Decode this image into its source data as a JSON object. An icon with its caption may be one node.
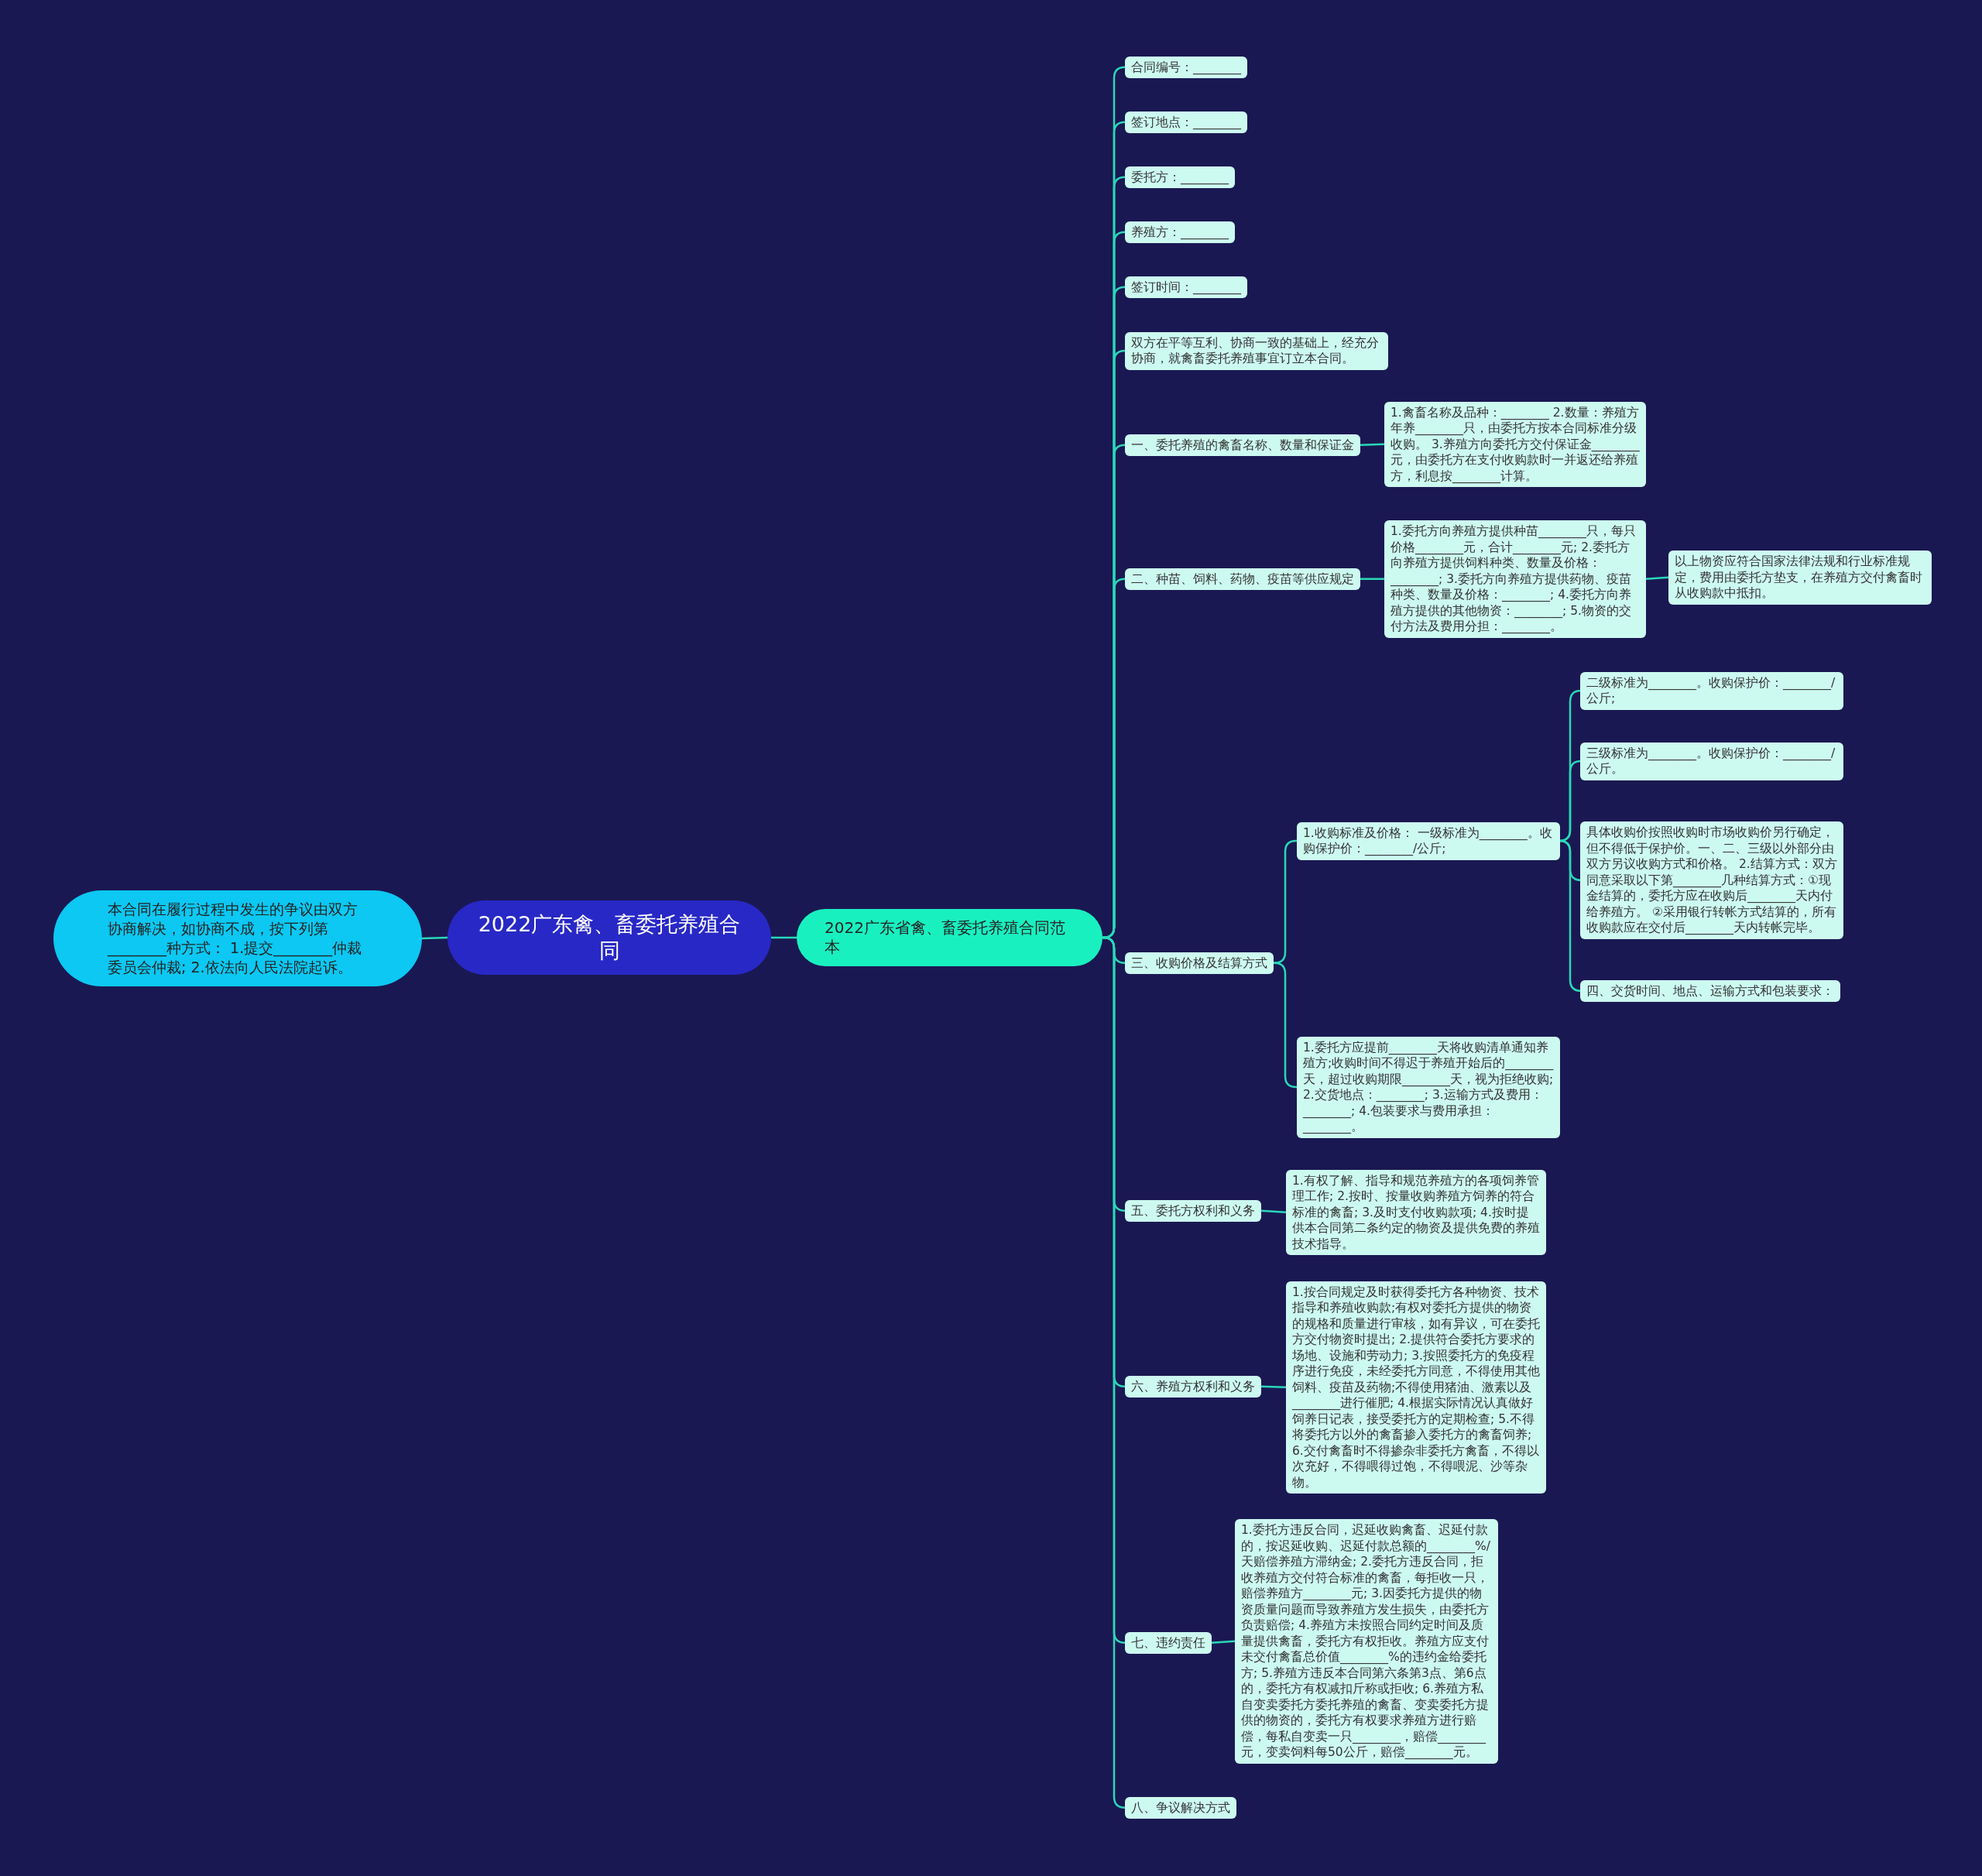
{
  "diagram": {
    "nodes": [
      {
        "text": [
          "2022广东禽、畜委托养殖合同"
        ]
      },
      {
        "text": [
          "本合同在履行过程中发生的争议由双方协商解决，如协商不成，按下列第________种方式： 1.提交________仲裁委员会仲裁; 2.依法向人民法院起诉。"
        ]
      },
      {
        "text": [
          "2022广东省禽、畜委托养殖合同范本"
        ]
      },
      {
        "text": [
          "合同编号：________"
        ]
      },
      {
        "text": [
          "签订地点：________"
        ]
      },
      {
        "text": [
          "委托方：________"
        ]
      },
      {
        "text": [
          "养殖方：________"
        ]
      },
      {
        "text": [
          "签订时间：________"
        ]
      },
      {
        "text": [
          "双方在平等互利、协商一致的基础上，经充分协商，就禽畜委托养殖事宜订立本合同。"
        ]
      },
      {
        "text": [
          "一、委托养殖的禽畜名称、数量和保证金"
        ]
      },
      {
        "text": [
          "1.禽畜名称及品种：________ 2.数量：养殖方年养________只，由委托方按本合同标准分级收购。 3.养殖方向委托方交付保证金________元，由委托方在支付收购款时一并返还给养殖方，利息按________计算。"
        ]
      },
      {
        "text": [
          "二、种苗、饲料、药物、疫苗等供应规定"
        ]
      },
      {
        "text": [
          "1.委托方向养殖方提供种苗________只，每只价格________元，合计________元; 2.委托方向养殖方提供饲料种类、数量及价格：________; 3.委托方向养殖方提供药物、疫苗种类、数量及价格：________; 4.委托方向养殖方提供的其他物资：________; 5.物资的交付方法及费用分担：________。"
        ]
      },
      {
        "text": [
          "以上物资应符合国家法律法规和行业标准规定，费用由委托方垫支，在养殖方交付禽畜时从收购款中抵扣。"
        ]
      },
      {
        "text": [
          "三、收购价格及结算方式"
        ]
      },
      {
        "text": [
          "1.收购标准及价格： 一级标准为________。收购保护价：________/公斤;"
        ]
      },
      {
        "text": [
          "二级标准为________。收购保护价：________/公斤;"
        ]
      },
      {
        "text": [
          "三级标准为________。收购保护价：________/公斤。"
        ]
      },
      {
        "text": [
          "具体收购价按照收购时市场收购价另行确定，但不得低于保护价。一、二、三级以外部分由双方另议收购方式和价格。 2.结算方式：双方同意采取以下第________几种结算方式：①现金结算的，委托方应在收购后________天内付给养殖方。 ②采用银行转帐方式结算的，所有收购款应在交付后________天内转帐完毕。"
        ]
      },
      {
        "text": [
          "四、交货时间、地点、运输方式和包装要求："
        ]
      },
      {
        "text": [
          "1.委托方应提前________天将收购清单通知养殖方;收购时间不得迟于养殖开始后的________天，超过收购期限________天，视为拒绝收购; 2.交货地点：________; 3.运输方式及费用：________; 4.包装要求与费用承担：________。"
        ]
      },
      {
        "text": [
          "五、委托方权利和义务"
        ]
      },
      {
        "text": [
          "1.有权了解、指导和规范养殖方的各项饲养管理工作; 2.按时、按量收购养殖方饲养的符合标准的禽畜; 3.及时支付收购款项; 4.按时提供本合同第二条约定的物资及提供免费的养殖技术指导。"
        ]
      },
      {
        "text": [
          "六、养殖方权利和义务"
        ]
      },
      {
        "text": [
          "1.按合同规定及时获得委托方各种物资、技术指导和养殖收购款;有权对委托方提供的物资的规格和质量进行审核，如有异议，可在委托方交付物资时提出; 2.提供符合委托方要求的场地、设施和劳动力; 3.按照委托方的免疫程序进行免疫，未经委托方同意，不得使用其他饲料、疫苗及药物;不得使用猪油、激素以及________进行催肥; 4.根据实际情况认真做好饲养日记表，接受委托方的定期检查; 5.不得将委托方以外的禽畜掺入委托方的禽畜饲养; 6.交付禽畜时不得掺杂非委托方禽畜，不得以次充好，不得喂得过饱，不得喂泥、沙等杂物。"
        ]
      },
      {
        "text": [
          "七、违约责任"
        ]
      },
      {
        "text": [
          "1.委托方违反合同，迟延收购禽畜、迟延付款的，按迟延收购、迟延付款总额的________%/天赔偿养殖方滞纳金; 2.委托方违反合同，拒收养殖方交付符合标准的禽畜，每拒收一只，赔偿养殖方________元; 3.因委托方提供的物资质量问题而导致养殖方发生损失，由委托方负责赔偿; 4.养殖方未按照合同约定时间及质量提供禽畜，委托方有权拒收。养殖方应支付未交付禽畜总价值________%的违约金给委托方; 5.养殖方违反本合同第六条第3点、第6点的，委托方有权减扣斤称或拒收; 6.养殖方私自变卖委托方委托养殖的禽畜、变卖委托方提供的物资的，委托方有权要求养殖方进行赔偿，每私自变卖一只________，赔偿________元，变卖饲料每50公斤，赔偿________元。"
        ]
      },
      {
        "text": [
          "八、争议解决方式"
        ]
      }
    ],
    "edges": [
      {
        "from": 0,
        "to": 1,
        "arrow": "none"
      },
      {
        "from": 0,
        "to": 2,
        "arrow": "none"
      },
      {
        "from": 2,
        "to": 3,
        "arrow": "none"
      },
      {
        "from": 2,
        "to": 4,
        "arrow": "none"
      },
      {
        "from": 2,
        "to": 5,
        "arrow": "none"
      },
      {
        "from": 2,
        "to": 6,
        "arrow": "none"
      },
      {
        "from": 2,
        "to": 7,
        "arrow": "none"
      },
      {
        "from": 2,
        "to": 8,
        "arrow": "none"
      },
      {
        "from": 2,
        "to": 9,
        "arrow": "none"
      },
      {
        "from": 9,
        "to": 10,
        "arrow": "none"
      },
      {
        "from": 2,
        "to": 11,
        "arrow": "none"
      },
      {
        "from": 11,
        "to": 12,
        "arrow": "none"
      },
      {
        "from": 12,
        "to": 13,
        "arrow": "none"
      },
      {
        "from": 2,
        "to": 14,
        "arrow": "none"
      },
      {
        "from": 14,
        "to": 15,
        "arrow": "none"
      },
      {
        "from": 15,
        "to": 16,
        "arrow": "none"
      },
      {
        "from": 15,
        "to": 17,
        "arrow": "none"
      },
      {
        "from": 15,
        "to": 18,
        "arrow": "none"
      },
      {
        "from": 15,
        "to": 19,
        "arrow": "none"
      },
      {
        "from": 14,
        "to": 20,
        "arrow": "none"
      },
      {
        "from": 2,
        "to": 21,
        "arrow": "none"
      },
      {
        "from": 21,
        "to": 22,
        "arrow": "none"
      },
      {
        "from": 2,
        "to": 23,
        "arrow": "none"
      },
      {
        "from": 23,
        "to": 24,
        "arrow": "none"
      },
      {
        "from": 2,
        "to": 25,
        "arrow": "none"
      },
      {
        "from": 25,
        "to": 26,
        "arrow": "none"
      },
      {
        "from": 2,
        "to": 27,
        "arrow": "none"
      }
    ]
  }
}
